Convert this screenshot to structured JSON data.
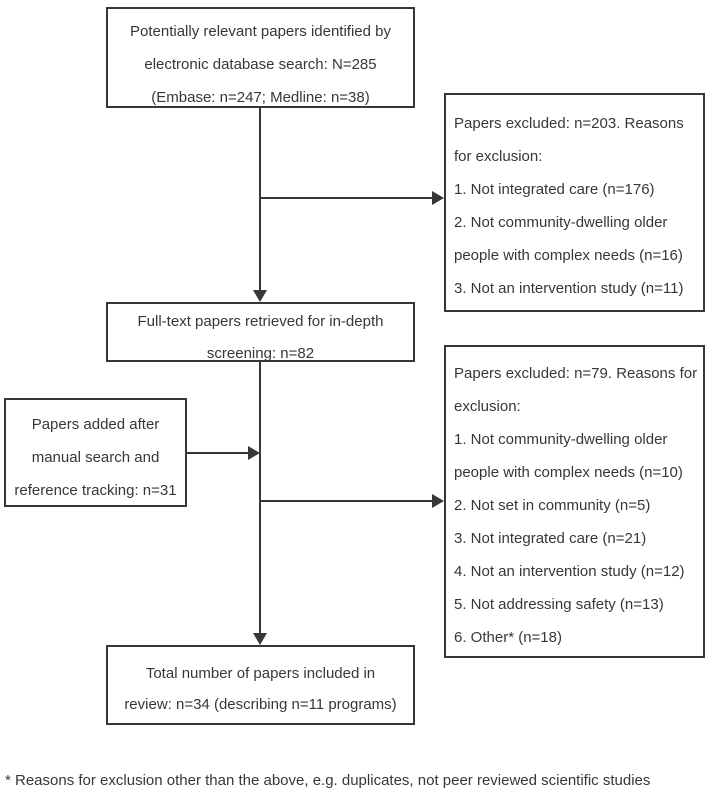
{
  "colors": {
    "ink": "#373737",
    "background": "#ffffff"
  },
  "boxes": {
    "identified": {
      "lines": [
        "Potentially relevant papers identified by",
        "electronic database search: N=285",
        "(Embase: n=247; Medline: n=38)"
      ]
    },
    "excluded_screening": {
      "lines": [
        "Papers excluded: n=203. Reasons",
        "for exclusion:",
        "1. Not integrated care (n=176)",
        "2. Not community-dwelling older",
        "people with complex needs (n=16)",
        "3. Not an intervention study (n=11)"
      ]
    },
    "fulltext": {
      "lines": [
        "Full-text papers retrieved for in-depth",
        "screening: n=82"
      ]
    },
    "manual_search": {
      "lines": [
        "Papers added after",
        "manual search and",
        "reference tracking: n=31"
      ]
    },
    "excluded_fulltext": {
      "lines": [
        "Papers excluded: n=79. Reasons for",
        "exclusion:",
        "1. Not community-dwelling older",
        "people with complex needs (n=10)",
        "2. Not set in community (n=5)",
        "3. Not integrated care (n=21)",
        "4. Not an intervention study (n=12)",
        "5. Not addressing safety (n=13)",
        "6. Other* (n=18)"
      ]
    },
    "included": {
      "lines": [
        "Total number of papers included in",
        "review: n=34 (describing n=11 programs)"
      ]
    }
  },
  "footnote": "* Reasons for exclusion other than the above, e.g. duplicates, not peer reviewed scientific studies"
}
